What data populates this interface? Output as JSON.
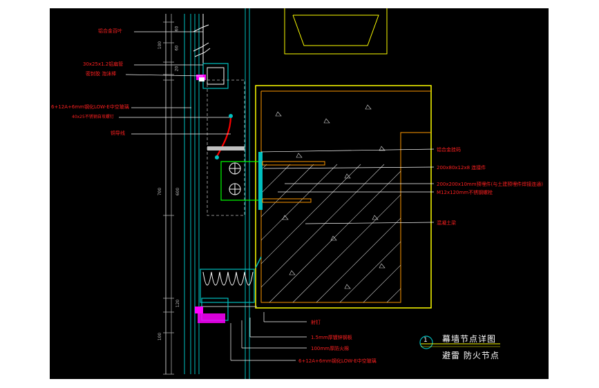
{
  "drawing": {
    "title_main": "幕墙节点详图",
    "title_sub": "避雷 防火节点",
    "detail_number": "1"
  },
  "labels_left": [
    "铝合金百叶",
    "30x25x1.2铝扁管",
    "密封胶 泡沫棒",
    "6+12A+6mm钢化LOW-E中空玻璃",
    "40x25不锈钢自攻螺钉",
    "铜导线"
  ],
  "labels_right": [
    "铝合金挂码",
    "200x80x12x8 连接件",
    "200x200x10mm预埋件(与土建预埋件焊接连通)",
    "M12x120mm不锈钢螺栓",
    "混凝土梁"
  ],
  "labels_bottom": [
    "射钉",
    "1.5mm厚镀锌钢板",
    "100mm厚防火棉",
    "6+12A+6mm钢化LOW-E中空玻璃"
  ],
  "dimensions": [
    "60",
    "60",
    "100",
    "20",
    "700",
    "600",
    "100",
    "120"
  ],
  "colors": {
    "background": "#000000",
    "frame": "#ffffff",
    "structure": "#00c0c0",
    "leader": "#ffffff",
    "label_red": "#ff2020",
    "concrete_outline": "#ffff00",
    "bracket": "#00ff00",
    "sealant": "#ff00ff",
    "conductor": "#ff0000",
    "dimension": "#c0c0c0",
    "title": "#ffffff",
    "orange": "#ff9900"
  }
}
